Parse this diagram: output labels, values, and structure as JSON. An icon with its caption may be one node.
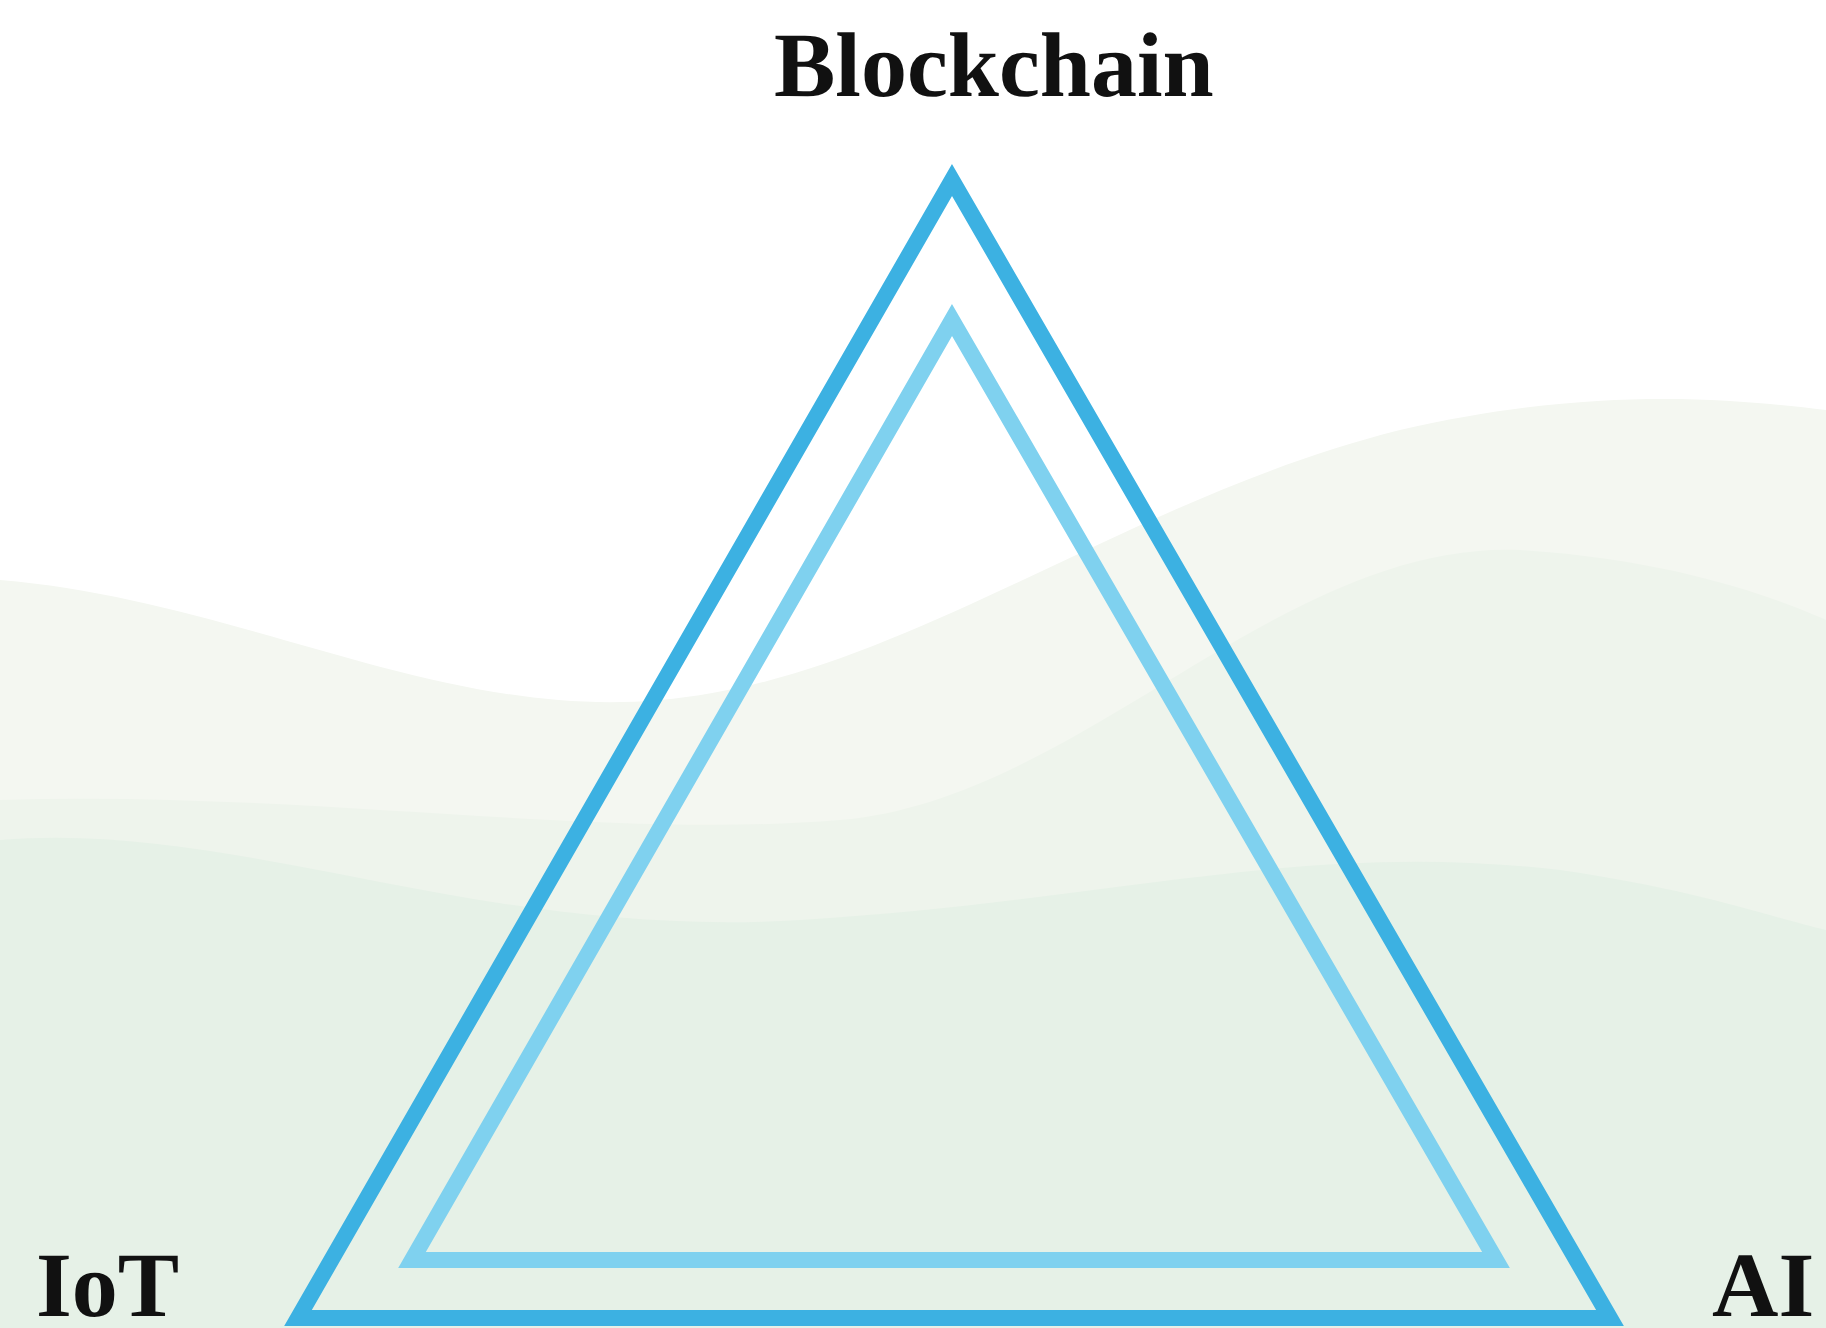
{
  "diagram": {
    "labels": [
      "Blockchain",
      "IoT",
      "AI"
    ]
  }
}
